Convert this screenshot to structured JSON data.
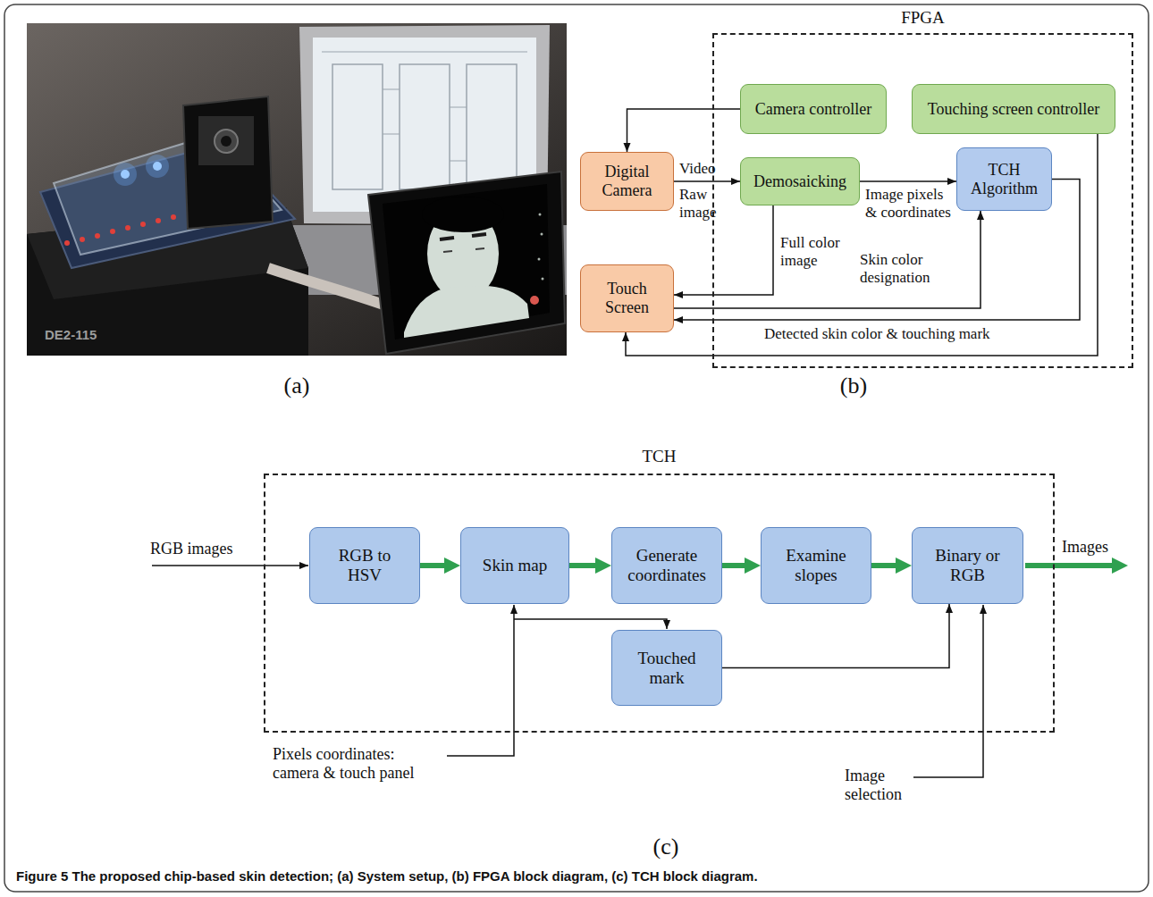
{
  "diagram": {
    "caption": "Figure 5 The proposed chip-based skin detection; (a) System setup, (b) FPGA block diagram, (c) TCH block diagram.",
    "nodes": [
      {
        "text": [
          "FPGA"
        ]
      },
      {
        "text": [
          "Camera controller"
        ],
        "in": 0
      },
      {
        "text": [
          "Touching screen controller"
        ],
        "in": 0
      },
      {
        "text": [
          "Digital Camera"
        ]
      },
      {
        "text": [
          "Demosaicking"
        ],
        "in": 0
      },
      {
        "text": [
          "TCH Algorithm"
        ],
        "in": 0
      },
      {
        "text": [
          "Touch Screen"
        ]
      },
      {
        "text": [
          "TCH"
        ]
      },
      {
        "text": [
          "RGB to HSV"
        ],
        "in": 7
      },
      {
        "text": [
          "Skin map"
        ],
        "in": 7
      },
      {
        "text": [
          "Generate coordinates"
        ],
        "in": 7
      },
      {
        "text": [
          "Examine slopes"
        ],
        "in": 7
      },
      {
        "text": [
          "Binary or RGB"
        ],
        "in": 7
      },
      {
        "text": [
          "Touched mark"
        ],
        "in": 7
      }
    ],
    "edges": [
      {
        "from": 1,
        "to": 3,
        "arrow": "to"
      },
      {
        "from": 3,
        "to": 4,
        "arrow": "to",
        "label": "Video"
      },
      {
        "from": 4,
        "to": 5,
        "arrow": "to",
        "label": "Image pixels & coordinates"
      },
      {
        "from": 4,
        "to": 6,
        "arrow": "to",
        "label": "Full color image"
      },
      {
        "from": 6,
        "to": 5,
        "arrow": "to",
        "label": "Skin color designation"
      },
      {
        "from": 5,
        "to": 6,
        "arrow": "to",
        "label": "Detected skin color & touching mark"
      },
      {
        "from": 2,
        "to": 6,
        "arrow": "to"
      },
      {
        "from": 8,
        "to": 9,
        "arrow": "to"
      },
      {
        "from": 9,
        "to": 10,
        "arrow": "to"
      },
      {
        "from": 10,
        "to": 11,
        "arrow": "to"
      },
      {
        "from": 11,
        "to": 12,
        "arrow": "to"
      },
      {
        "from": 13,
        "to": 12,
        "arrow": "to"
      }
    ],
    "labels": [
      "(a)",
      "DE2-115",
      "(b)",
      "Raw image",
      "(c)",
      "RGB images",
      "Images",
      "Pixels coordinates: camera & touch panel",
      "Image selection"
    ]
  }
}
